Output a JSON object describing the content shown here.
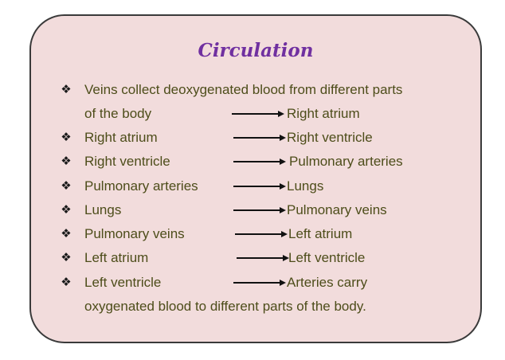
{
  "card": {
    "title": "Circulation",
    "bullet_symbol": "❖",
    "line1": "Veins collect deoxygenated blood from different parts",
    "line2_lhs": "of the body",
    "line2_rhs": "Right atrium",
    "items": [
      {
        "from": "Right atrium",
        "to": "Right ventricle"
      },
      {
        "from": "Right ventricle",
        "to": "Pulmonary arteries"
      },
      {
        "from": "Pulmonary arteries",
        "to": "Lungs"
      },
      {
        "from": "Lungs",
        "to": "Pulmonary veins"
      },
      {
        "from": "Pulmonary veins",
        "to": "Left atrium"
      },
      {
        "from": "Left atrium",
        "to": "Left ventricle"
      },
      {
        "from": "Left ventricle",
        "to": "Arteries carry"
      }
    ],
    "last_line": "oxygenated blood to different parts of the body."
  },
  "colors": {
    "background": "#f2dcdc",
    "title": "#7030a0",
    "text": "#4d4d1a"
  }
}
